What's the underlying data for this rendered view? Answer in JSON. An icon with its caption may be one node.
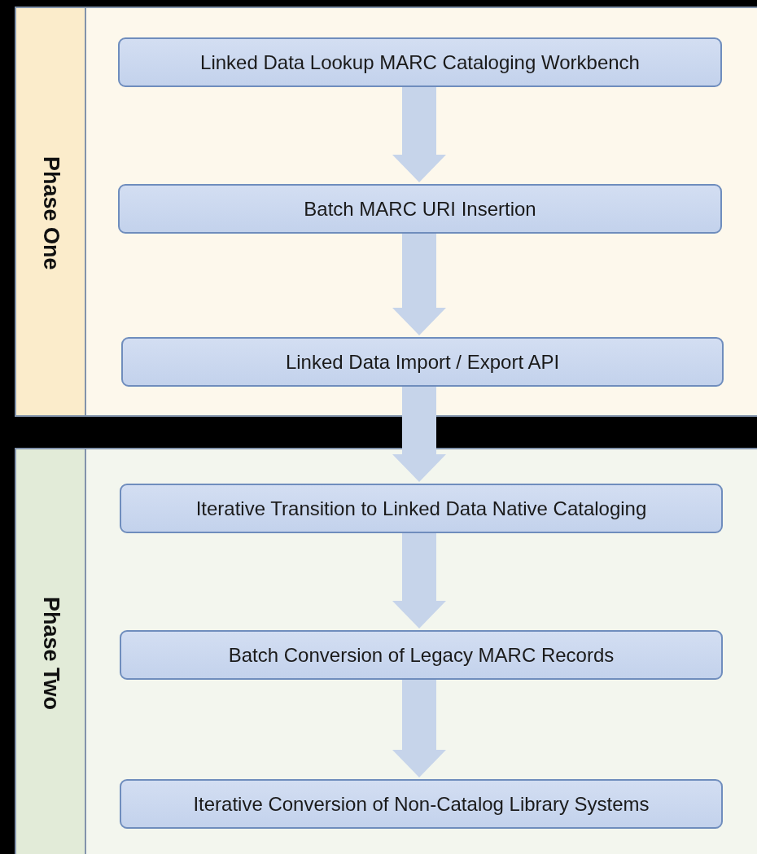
{
  "diagram": {
    "nodes": [
      {
        "text": [
          "Phase One"
        ]
      },
      {
        "text": [
          "Linked Data Lookup MARC Cataloging Workbench"
        ],
        "in": 0
      },
      {
        "text": [
          "Batch MARC URI Insertion"
        ],
        "in": 0
      },
      {
        "text": [
          "Linked Data Import / Export API"
        ],
        "in": 0
      },
      {
        "text": [
          "Phase Two"
        ]
      },
      {
        "text": [
          "Iterative Transition to Linked Data Native Cataloging"
        ],
        "in": 4
      },
      {
        "text": [
          "Batch Conversion of Legacy MARC Records"
        ],
        "in": 4
      },
      {
        "text": [
          "Iterative Conversion of Non-Catalog Library Systems"
        ],
        "in": 4
      }
    ],
    "edges": [
      {
        "from": 1,
        "to": 2,
        "arrow": "to"
      },
      {
        "from": 2,
        "to": 3,
        "arrow": "to"
      },
      {
        "from": 3,
        "to": 5,
        "arrow": "to"
      },
      {
        "from": 5,
        "to": 6,
        "arrow": "to"
      },
      {
        "from": 6,
        "to": 7,
        "arrow": "to"
      }
    ]
  }
}
